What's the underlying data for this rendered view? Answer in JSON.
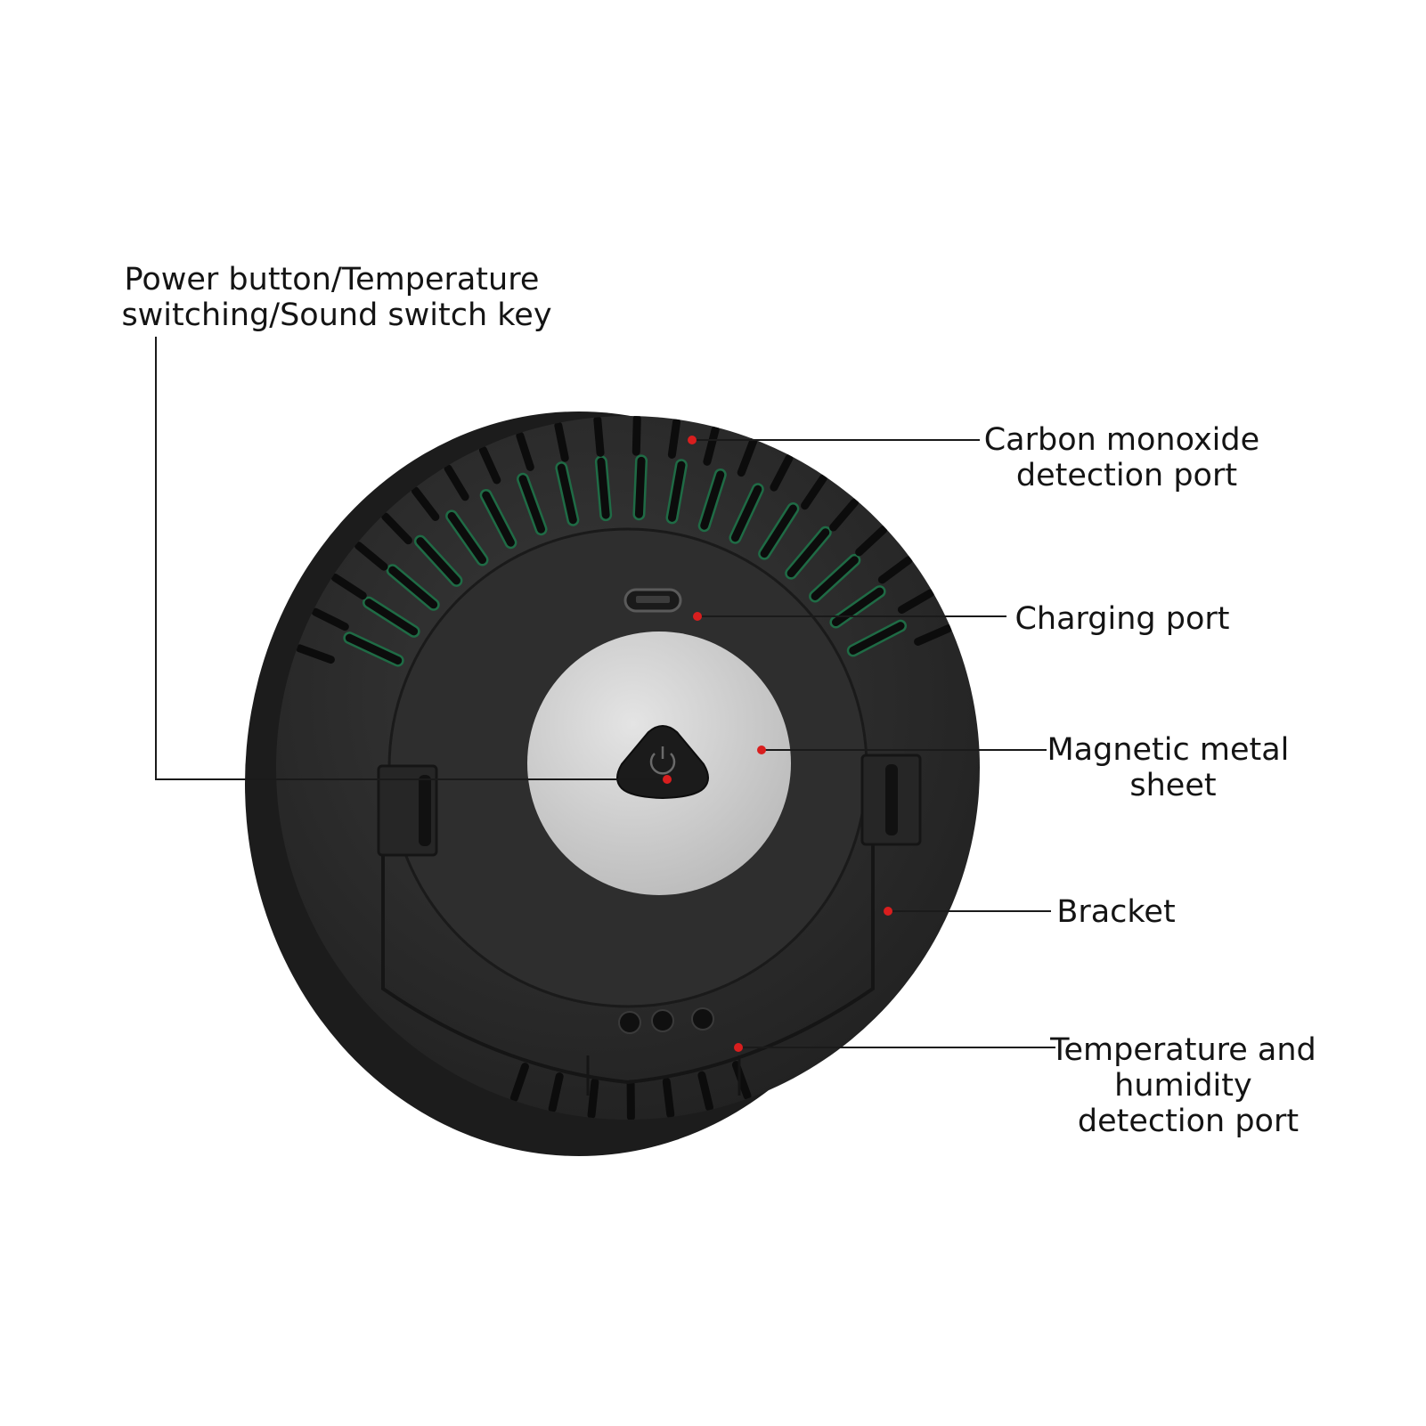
{
  "labels": {
    "power_button": [
      "Power button/Temperature",
      "switching/Sound switch key"
    ],
    "co_port": [
      "Carbon monoxide",
      "detection port"
    ],
    "charging_port": [
      "Charging port"
    ],
    "magnetic_sheet": [
      "Magnetic metal",
      "sheet"
    ],
    "bracket": [
      "Bracket"
    ],
    "temp_humidity_port": [
      "Temperature and",
      "humidity",
      "detection port"
    ]
  },
  "colors": {
    "background": "#ffffff",
    "device_body": "#2b2b2b",
    "metal_sheet": "#c9c9c9",
    "marker_dot": "#d91e1e",
    "leader_line": "#1a1a1a",
    "circuit_board": "#1f6b45"
  },
  "icons": {
    "power_icon": "power-icon"
  }
}
